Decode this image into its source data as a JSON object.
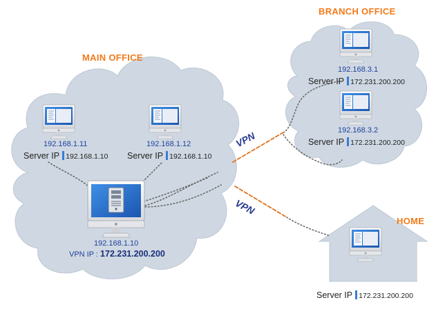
{
  "offices": {
    "main": {
      "title": "MAIN OFFICE"
    },
    "branch": {
      "title": "BRANCH OFFICE"
    },
    "home": {
      "title": "HOME"
    }
  },
  "main_clients": [
    {
      "ip": "192.168.1.11",
      "server_label": "Server IP",
      "server_ip": "192.168.1.10"
    },
    {
      "ip": "192.168.1.12",
      "server_label": "Server IP",
      "server_ip": "192.168.1.10"
    }
  ],
  "main_server": {
    "ip": "192.168.1.10",
    "vpn_label": "VPN IP :",
    "vpn_ip": "172.231.200.200"
  },
  "branch_clients": [
    {
      "ip": "192.168.3.1",
      "server_label": "Server IP",
      "server_ip": "172.231.200.200"
    },
    {
      "ip": "192.168.3.2",
      "server_label": "Server IP",
      "server_ip": "172.231.200.200"
    }
  ],
  "home_client": {
    "server_label": "Server IP",
    "server_ip": "172.231.200.200"
  },
  "vpn_links": [
    {
      "label": "VPN"
    },
    {
      "label": "VPN"
    }
  ],
  "colors": {
    "title_orange": "#f27a1a",
    "cloud_fill": "#cfd8e2",
    "cloud_edge": "#b9c5d2",
    "ip_blue": "#1f3f9e",
    "server_bar": "#3a7bd5",
    "vpn_line_orange": "#e0701b",
    "link_dots": "#6a6a6a"
  },
  "icons": [
    "monitor-icon",
    "server-tower-icon",
    "house-icon",
    "cloud-shape"
  ]
}
